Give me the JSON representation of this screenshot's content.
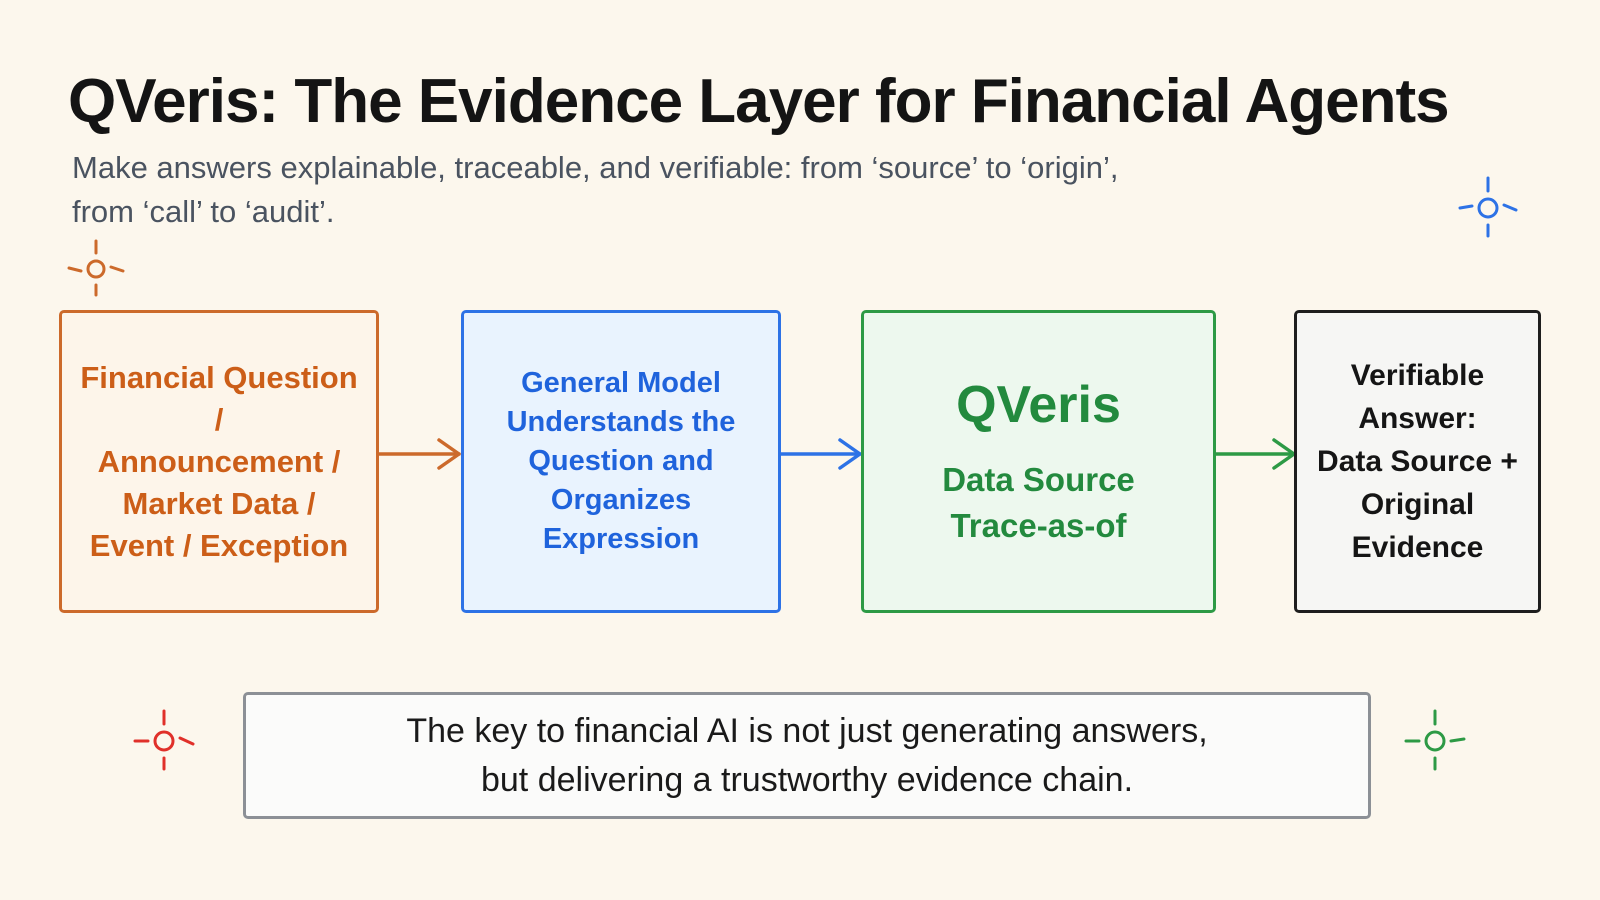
{
  "header": {
    "title": "QVeris: The Evidence Layer for Financial Agents",
    "subtitle_line1": "Make answers explainable, traceable, and verifiable: from ‘source’ to ‘origin’,",
    "subtitle_line2": "from ‘call’ to ‘audit’."
  },
  "flow": {
    "input_box": {
      "lines": [
        "Financial Question /",
        "Announcement /",
        "Market Data /",
        "Event / Exception"
      ]
    },
    "model_box": {
      "lines": [
        "General Model",
        "Understands the",
        "Question and",
        "Organizes",
        "Expression"
      ]
    },
    "qveris_box": {
      "name": "QVeris",
      "lines": [
        "Data Source",
        "Trace-as-of"
      ]
    },
    "answer_box": {
      "lines": [
        "Verifiable",
        "Answer:",
        "Data Source +",
        "Original",
        "Evidence"
      ]
    }
  },
  "callout": {
    "line1": "The key to financial AI is not just generating answers,",
    "line2": "but delivering a trustworthy evidence chain."
  },
  "decorations": [
    {
      "icon": "sparkle-icon",
      "color": "#cc6a2b"
    },
    {
      "icon": "sparkle-icon",
      "color": "#2d72e6"
    },
    {
      "icon": "sparkle-icon",
      "color": "#e0302a"
    },
    {
      "icon": "sparkle-icon",
      "color": "#2d9a45"
    }
  ],
  "colors": {
    "background": "#fcf7ed",
    "orange": "#cc6a2b",
    "blue": "#2d72e6",
    "green": "#2d9a45",
    "dark": "#1e1e1e"
  }
}
